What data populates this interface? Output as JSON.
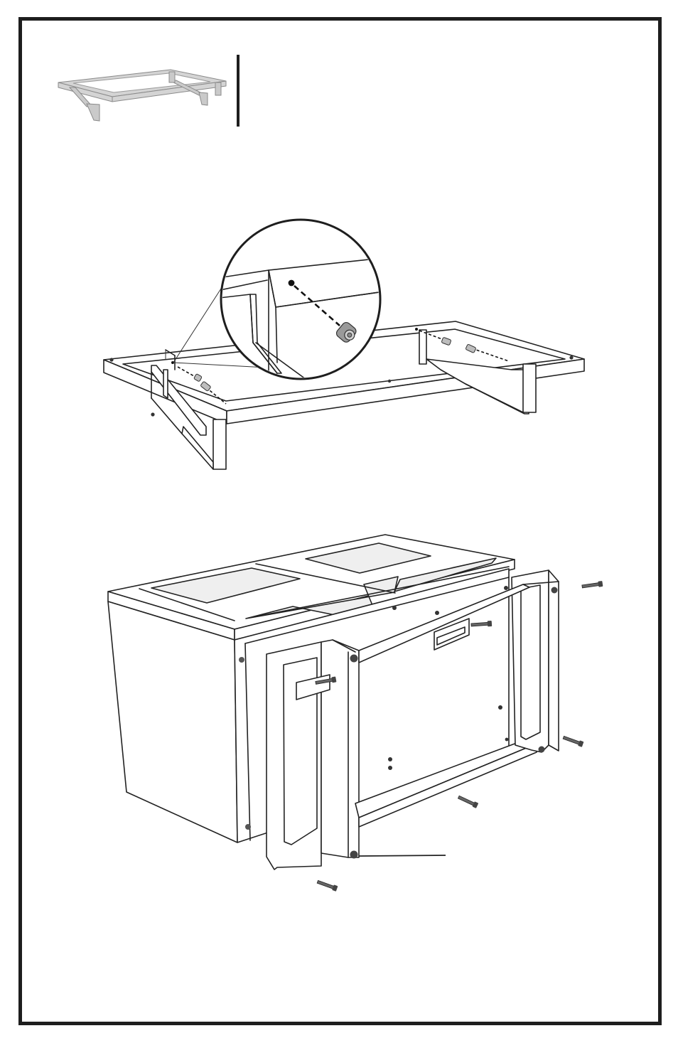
{
  "document": {
    "type": "assembly-instruction-page"
  },
  "thumbnail": {
    "icon": "frame-thumbnail-icon"
  },
  "upper_illustration": {
    "icon": "base-frame-screw-detail-illustration",
    "callout": "magnified-screw-callout"
  },
  "lower_illustration": {
    "icon": "cabinet-frame-assembly-illustration",
    "leader": "foot-pad-leader-line"
  },
  "colors": {
    "line": "#222222",
    "border": "#1e1e1e",
    "screw": "#555555",
    "panel": "#efefef",
    "thumb": "#c8c8c8"
  }
}
